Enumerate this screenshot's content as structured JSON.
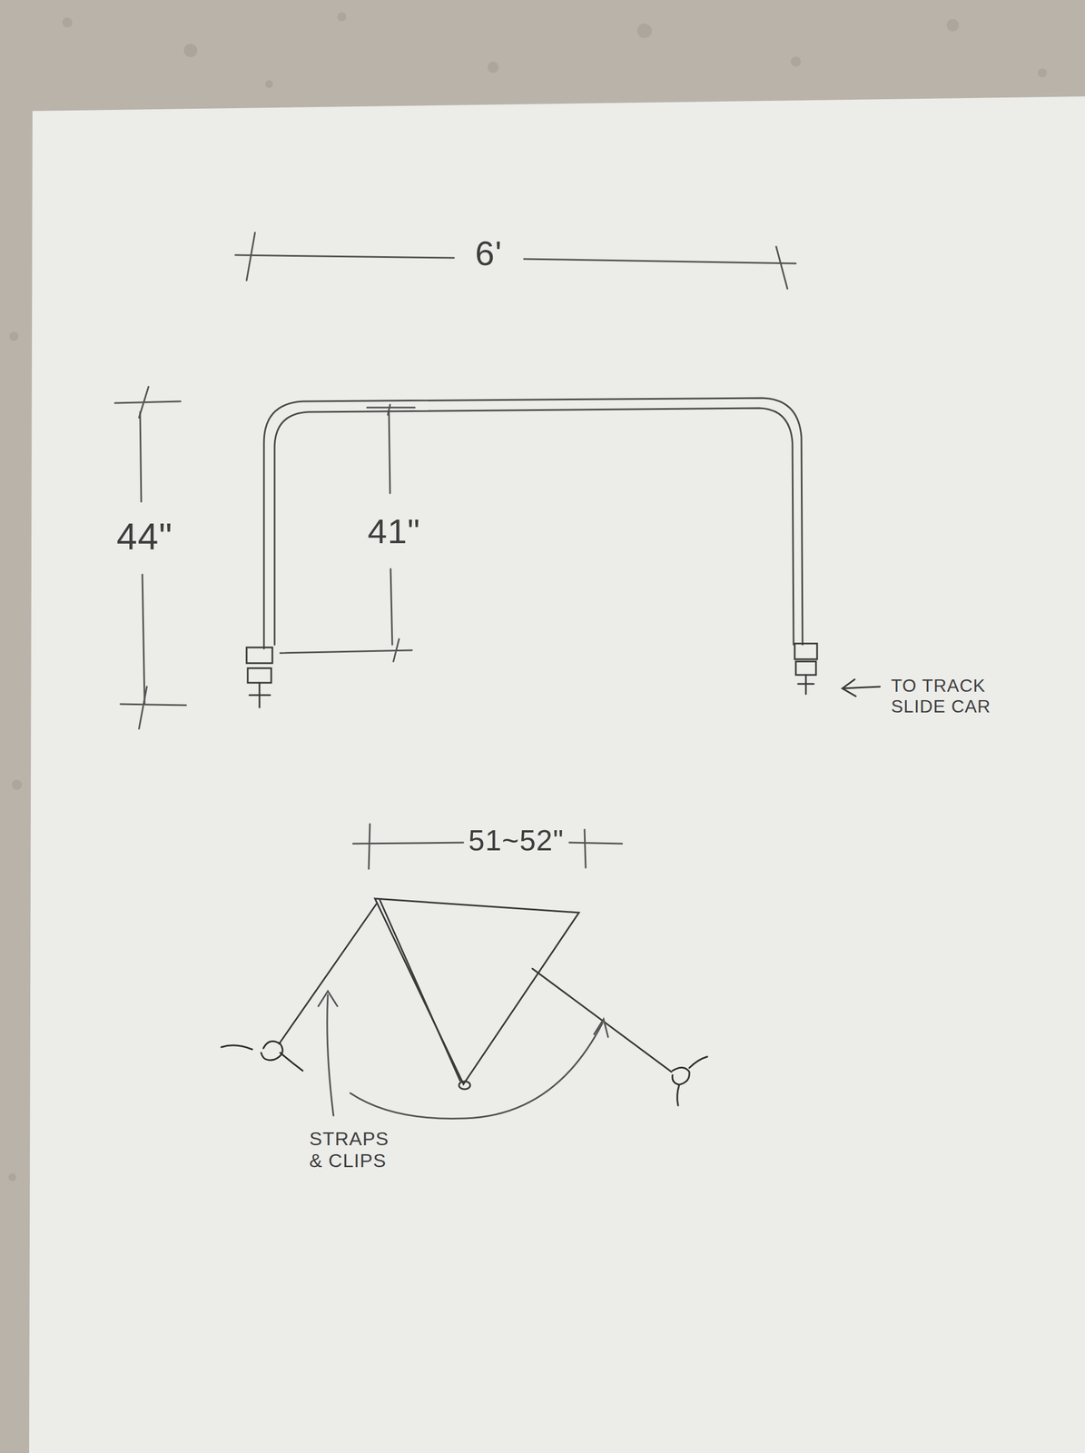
{
  "diagram": {
    "labels": [
      "6'",
      "44\"",
      "41\"",
      "TO TRACK SLIDE CAR",
      "51~52\"",
      "STRAPS & CLIPS"
    ]
  }
}
